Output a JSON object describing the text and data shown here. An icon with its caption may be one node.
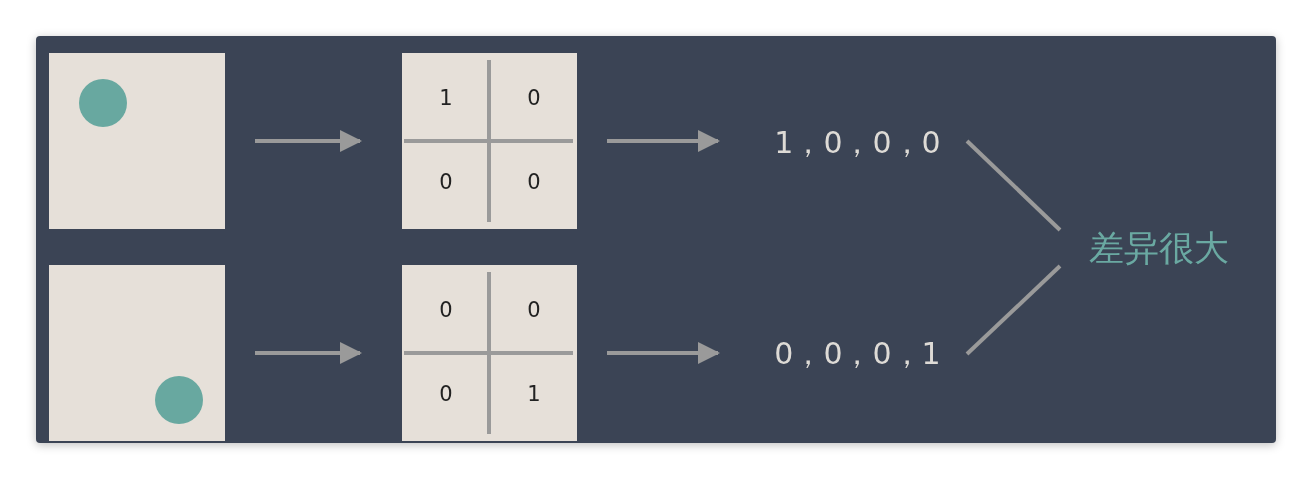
{
  "diagram": {
    "nodes": [
      {
        "text": [],
        "shape": "box"
      },
      {
        "text": [
          "1",
          "0",
          "0",
          "0"
        ]
      },
      {
        "text": [
          "1，0，0，0"
        ]
      },
      {
        "text": [],
        "shape": "box"
      },
      {
        "text": [
          "0",
          "0",
          "0",
          "1"
        ]
      },
      {
        "text": [
          "0，0，0，1"
        ]
      },
      {
        "text": [
          "差异很大"
        ]
      }
    ],
    "edges": [
      {
        "from": 0,
        "to": 1,
        "arrow": "to"
      },
      {
        "from": 1,
        "to": 2,
        "arrow": "to"
      },
      {
        "from": 3,
        "to": 4,
        "arrow": "to"
      },
      {
        "from": 4,
        "to": 5,
        "arrow": "to"
      },
      {
        "from": 2,
        "to": 6,
        "arrow": "none"
      },
      {
        "from": 5,
        "to": 6,
        "arrow": "none"
      }
    ]
  }
}
